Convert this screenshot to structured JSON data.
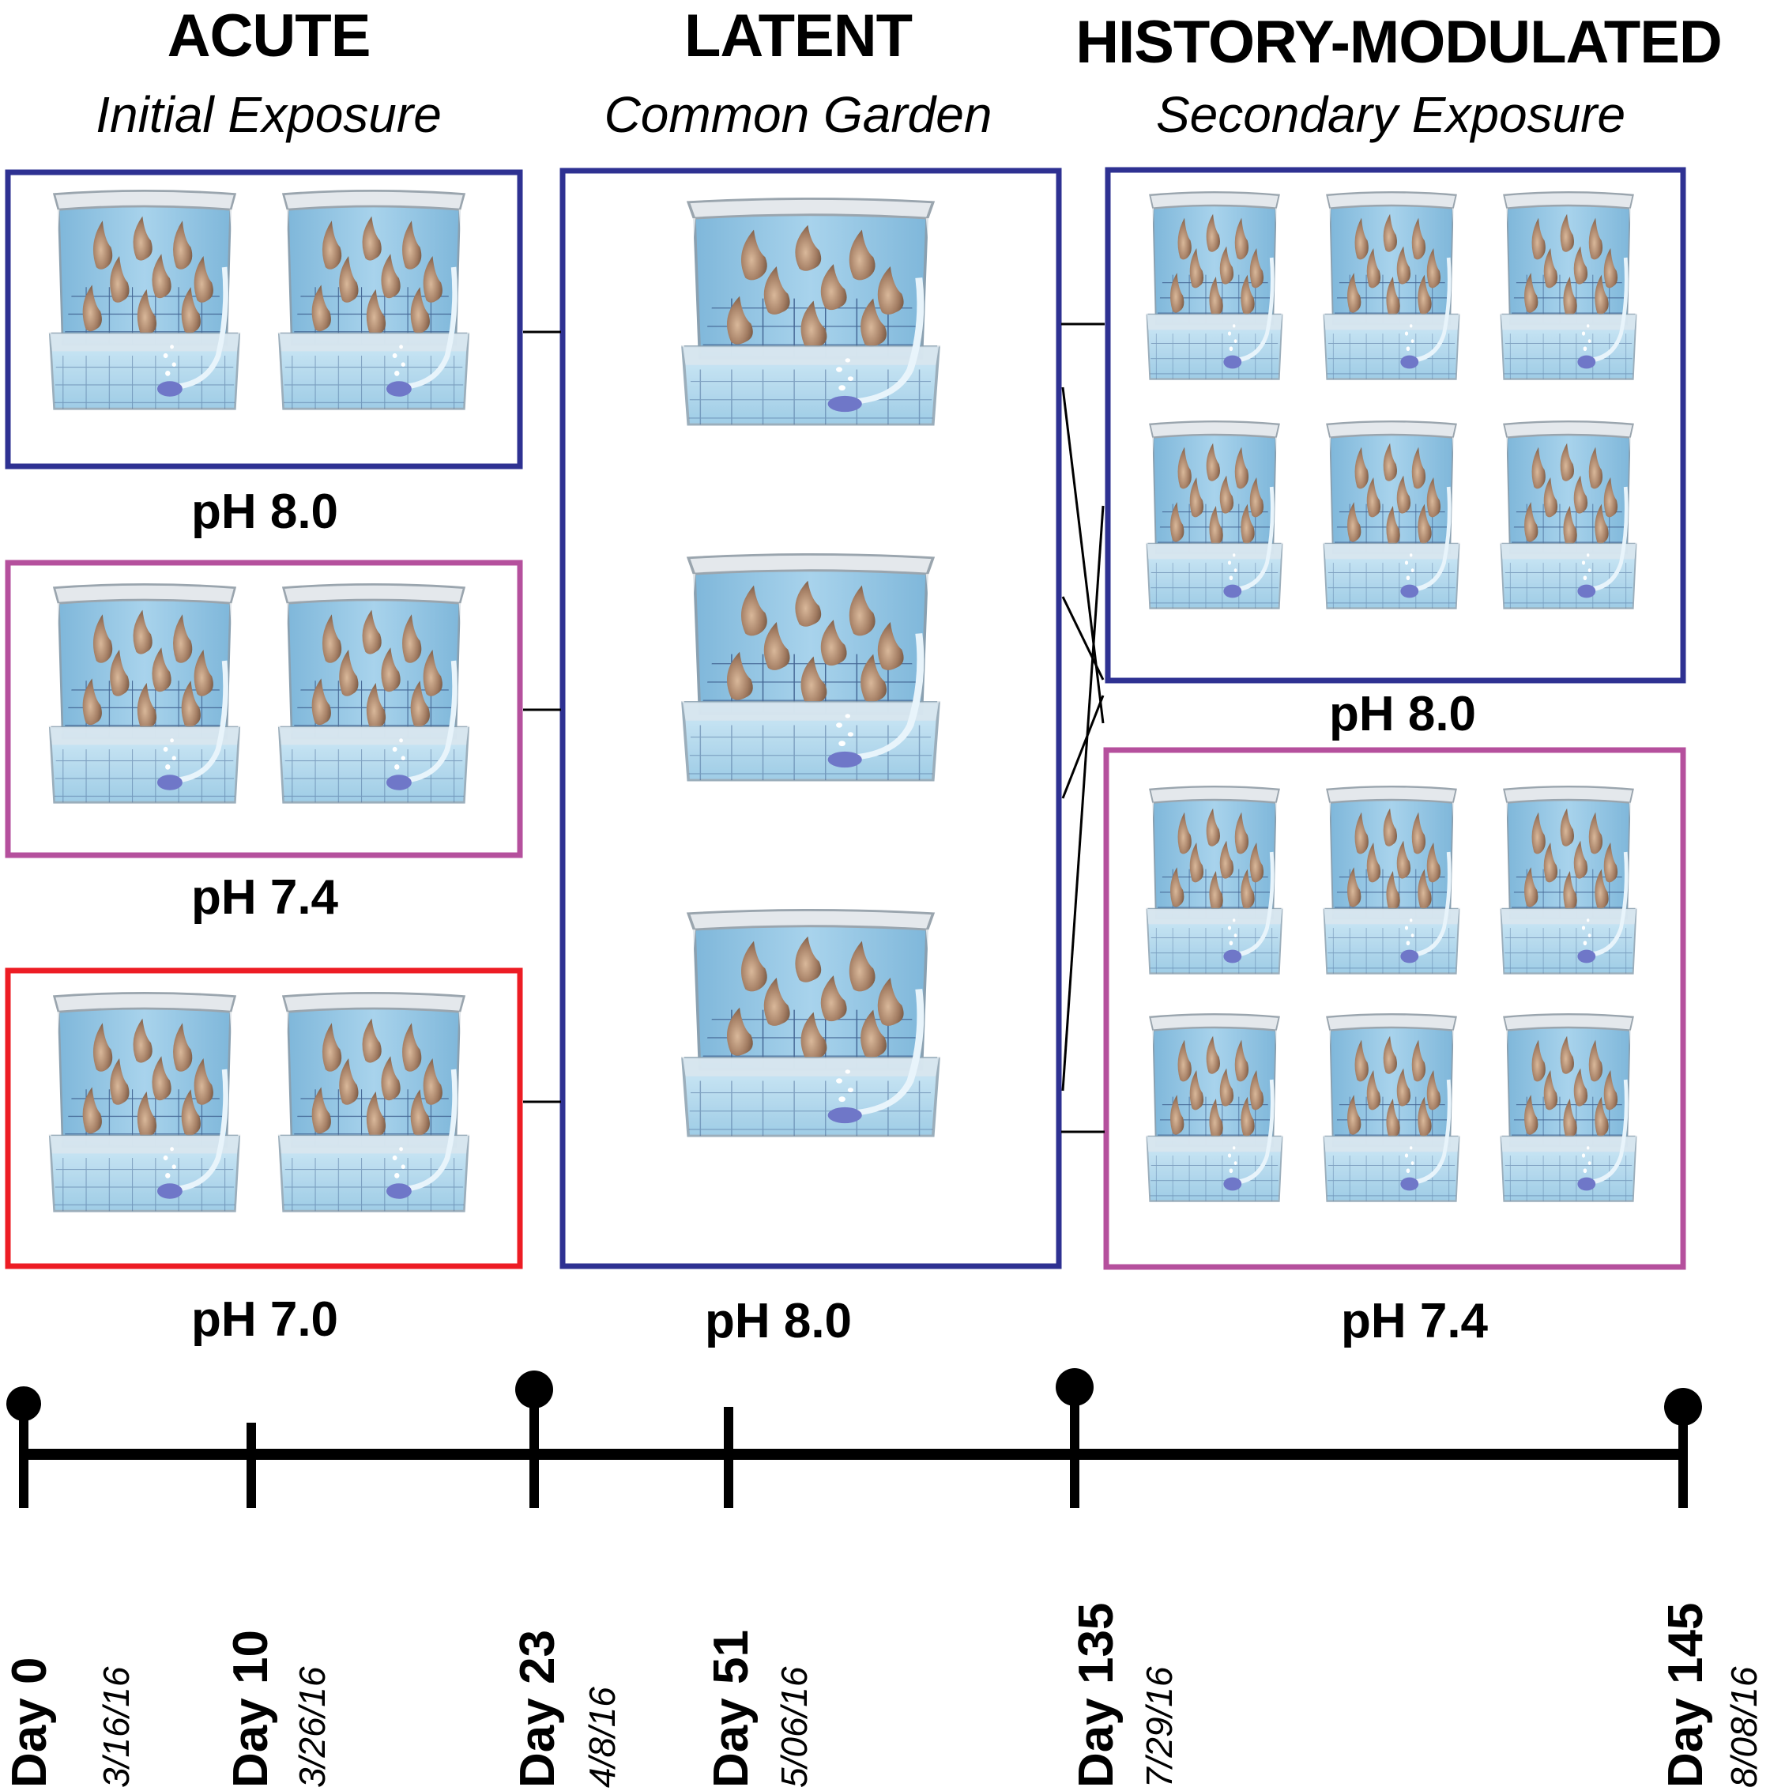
{
  "phases": [
    {
      "title": "ACUTE",
      "subtitle": "Initial Exposure"
    },
    {
      "title": "LATENT",
      "subtitle": "Common Garden"
    },
    {
      "title": "HISTORY-MODULATED",
      "subtitle": "Secondary Exposure"
    }
  ],
  "acute_groups": [
    {
      "label": "pH 8.0",
      "color": "#2e3192"
    },
    {
      "label": "pH 7.4",
      "color": "#b5509d"
    },
    {
      "label": "pH 7.0",
      "color": "#ed1c24"
    }
  ],
  "latent_group": {
    "label": "pH 8.0",
    "color": "#2e3192"
  },
  "history_groups": [
    {
      "label": "pH 8.0",
      "color": "#2e3192"
    },
    {
      "label": "pH 7.4",
      "color": "#b5509d"
    }
  ],
  "timeline": [
    {
      "day": "Day 0",
      "date": "3/16/16",
      "marker": "dot"
    },
    {
      "day": "Day 10",
      "date": "3/26/16",
      "marker": "tick"
    },
    {
      "day": "Day 23",
      "date": "4/8/16",
      "marker": "dot"
    },
    {
      "day": "Day 51",
      "date": "5/06/16",
      "marker": "tick"
    },
    {
      "day": "Day 135",
      "date": "7/29/16",
      "marker": "dot"
    },
    {
      "day": "Day 145",
      "date": "8/08/16",
      "marker": "dot"
    }
  ],
  "tank_icon": "oyster-tank-icon"
}
